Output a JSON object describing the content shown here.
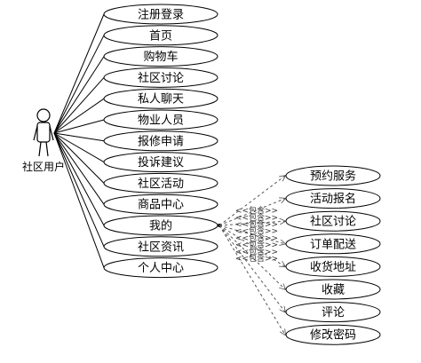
{
  "actor": {
    "label": "社区用户"
  },
  "left_use_cases": [
    "注册登录",
    "首页",
    "购物车",
    "社区讨论",
    "私人聊天",
    "物业人员",
    "报修申请",
    "投诉建议",
    "社区活动",
    "商品中心",
    "我的",
    "社区资讯",
    "个人中心"
  ],
  "hub_index": 10,
  "right_use_cases": [
    "预约服务",
    "活动报名",
    "社区讨论",
    "订单配送",
    "收货地址",
    "收藏",
    "评论",
    "修改密码"
  ],
  "include_label": "<<包含>>",
  "colors": {
    "line": "#000000",
    "dashed": "#555555"
  }
}
